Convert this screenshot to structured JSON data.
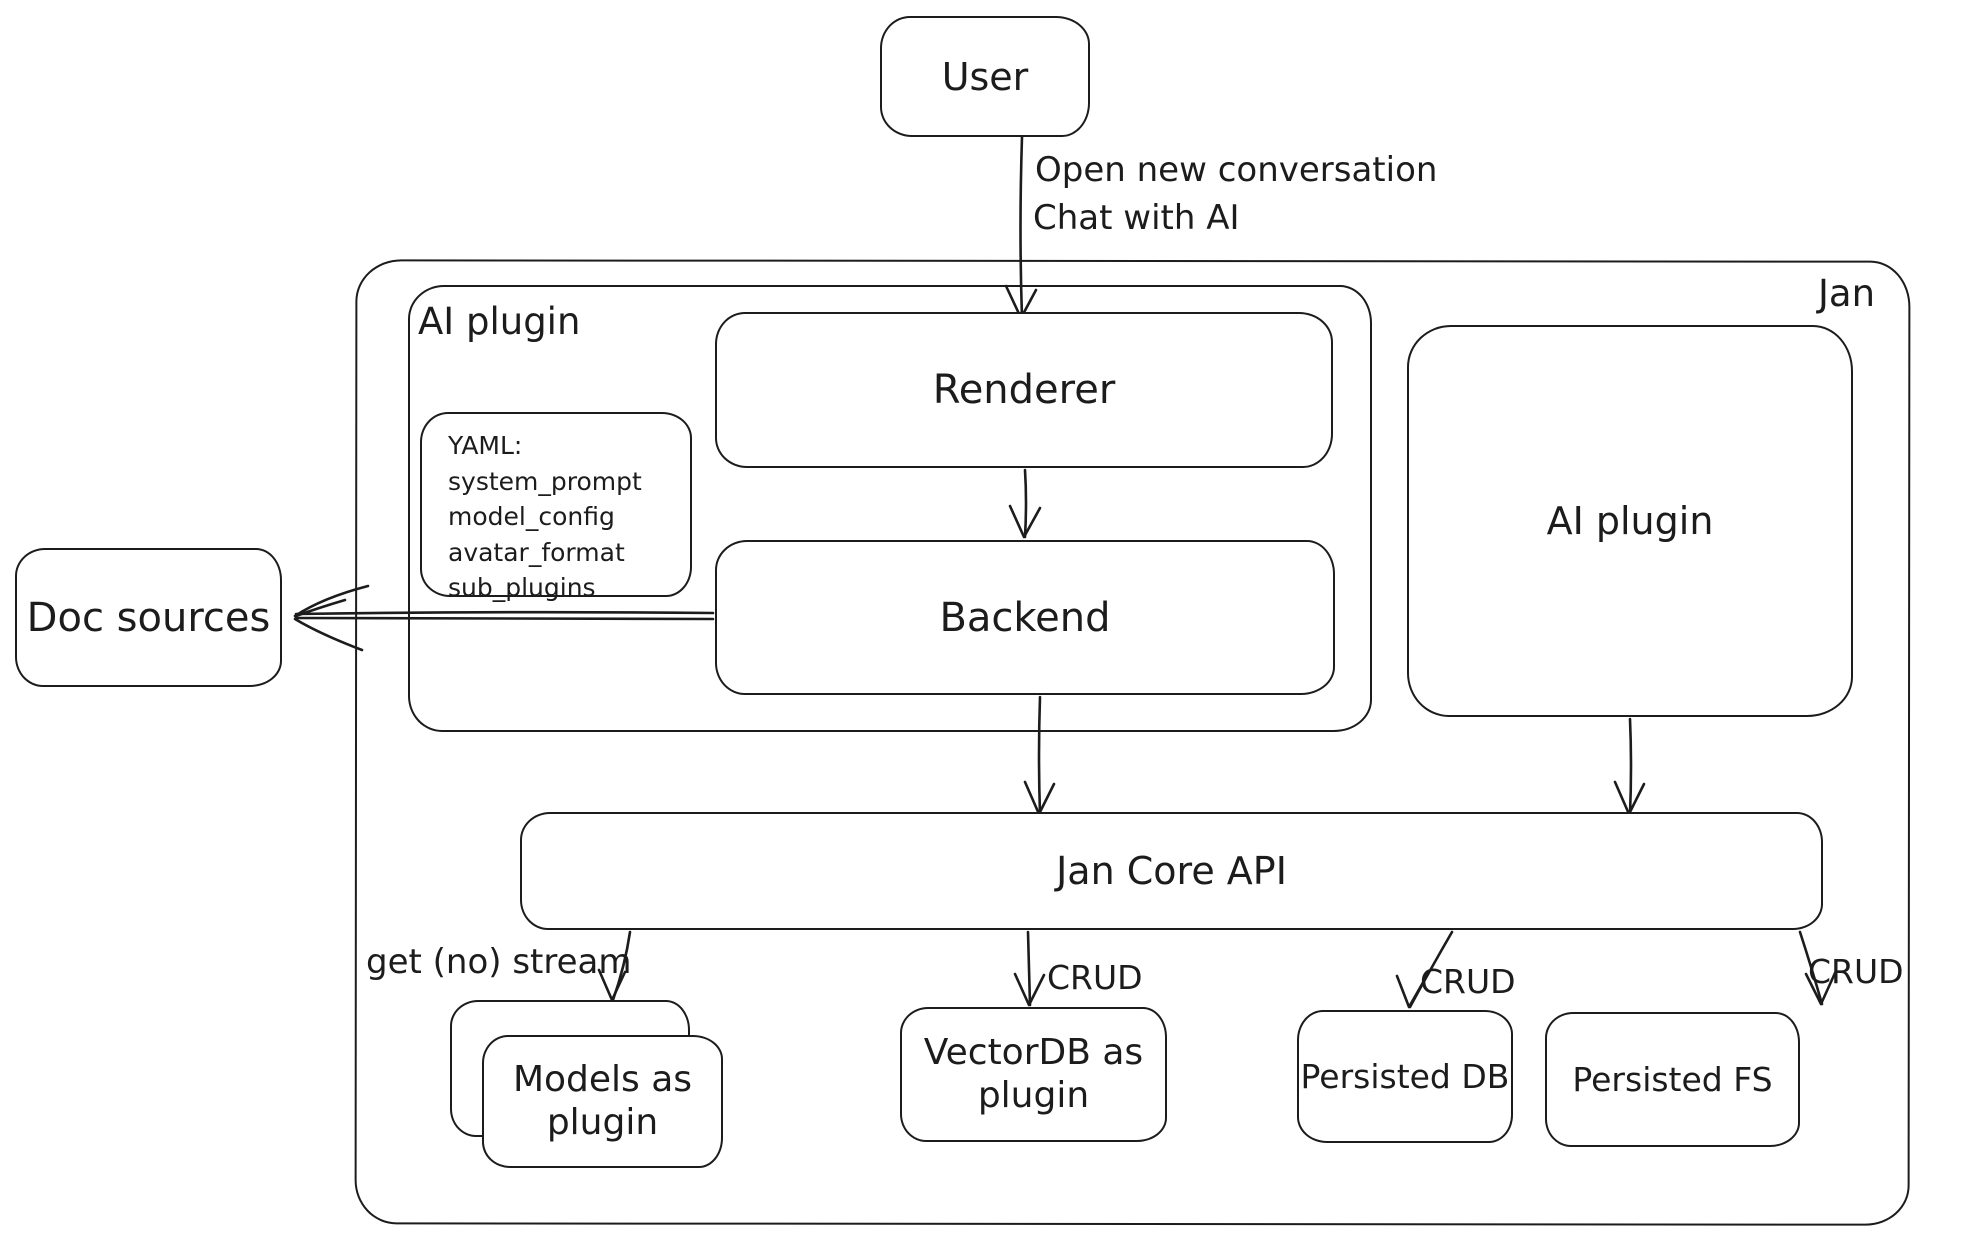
{
  "canvas": {
    "background": "#ffffff",
    "stroke_color": "#1c1c1c"
  },
  "nodes": {
    "user": {
      "label": "User"
    },
    "jan": {
      "label": "Jan"
    },
    "ai_plugin_group": {
      "label": "AI plugin"
    },
    "renderer": {
      "label": "Renderer"
    },
    "yaml_note": {
      "lines": [
        "YAML:",
        "system_prompt",
        "model_config",
        "avatar_format",
        "sub_plugins"
      ]
    },
    "backend": {
      "label": "Backend"
    },
    "ai_plugin_box": {
      "label": "AI plugin"
    },
    "doc_sources": {
      "label": "Doc sources"
    },
    "jan_core_api": {
      "label": "Jan Core API"
    },
    "models_as_plugin": {
      "label": "Models as plugin"
    },
    "vectordb_as_plugin": {
      "label": "VectorDB as plugin"
    },
    "persisted_db": {
      "label": "Persisted DB"
    },
    "persisted_fs": {
      "label": "Persisted FS"
    }
  },
  "edges": {
    "user_to_renderer": {
      "label_line1": "Open new conversation",
      "label_line2": "Chat with AI"
    },
    "api_to_models": {
      "label": "get (no) stream"
    },
    "api_to_vectordb": {
      "label": "CRUD"
    },
    "api_to_persisted_db": {
      "label": "CRUD"
    },
    "api_to_persisted_fs": {
      "label": "CRUD"
    }
  }
}
